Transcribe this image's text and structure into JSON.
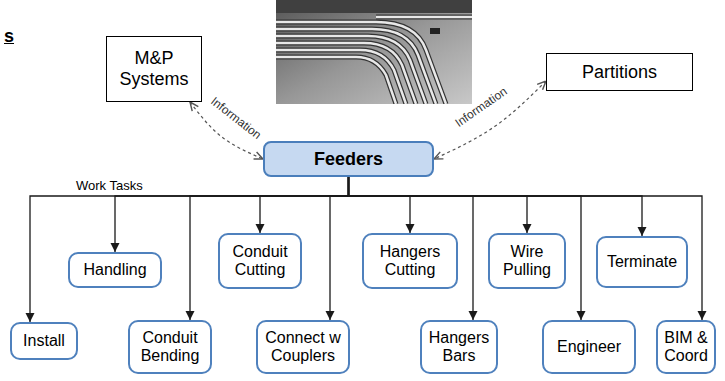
{
  "diagram": {
    "nodes": [
      {
        "text": [
          "M&P Systems"
        ]
      },
      {
        "text": [
          "Partitions"
        ]
      },
      {
        "text": [
          "Feeders"
        ]
      },
      {
        "text": [
          "Handling"
        ]
      },
      {
        "text": [
          "Conduit Cutting"
        ]
      },
      {
        "text": [
          "Hangers Cutting"
        ]
      },
      {
        "text": [
          "Wire Pulling"
        ]
      },
      {
        "text": [
          "Terminate"
        ]
      },
      {
        "text": [
          "Install"
        ]
      },
      {
        "text": [
          "Conduit Bending"
        ]
      },
      {
        "text": [
          "Connect w Couplers"
        ]
      },
      {
        "text": [
          "Hangers Bars"
        ]
      },
      {
        "text": [
          "Engineer"
        ]
      },
      {
        "text": [
          "BIM & Coord"
        ]
      }
    ],
    "edges": [
      {
        "from": 0,
        "to": 2,
        "label": "Information",
        "arrow": "both"
      },
      {
        "from": 1,
        "to": 2,
        "label": "Information",
        "arrow": "both"
      },
      {
        "from": 2,
        "to": 3,
        "arrow": "to"
      },
      {
        "from": 2,
        "to": 4,
        "arrow": "to"
      },
      {
        "from": 2,
        "to": 5,
        "arrow": "to"
      },
      {
        "from": 2,
        "to": 6,
        "arrow": "to"
      },
      {
        "from": 2,
        "to": 7,
        "arrow": "to"
      },
      {
        "from": 2,
        "to": 8,
        "arrow": "to"
      },
      {
        "from": 2,
        "to": 9,
        "arrow": "to"
      },
      {
        "from": 2,
        "to": 10,
        "arrow": "to"
      },
      {
        "from": 2,
        "to": 11,
        "arrow": "to"
      },
      {
        "from": 2,
        "to": 12,
        "arrow": "to"
      },
      {
        "from": 2,
        "to": 13,
        "arrow": "to"
      }
    ],
    "labels": [
      "s",
      "Work Tasks"
    ]
  }
}
